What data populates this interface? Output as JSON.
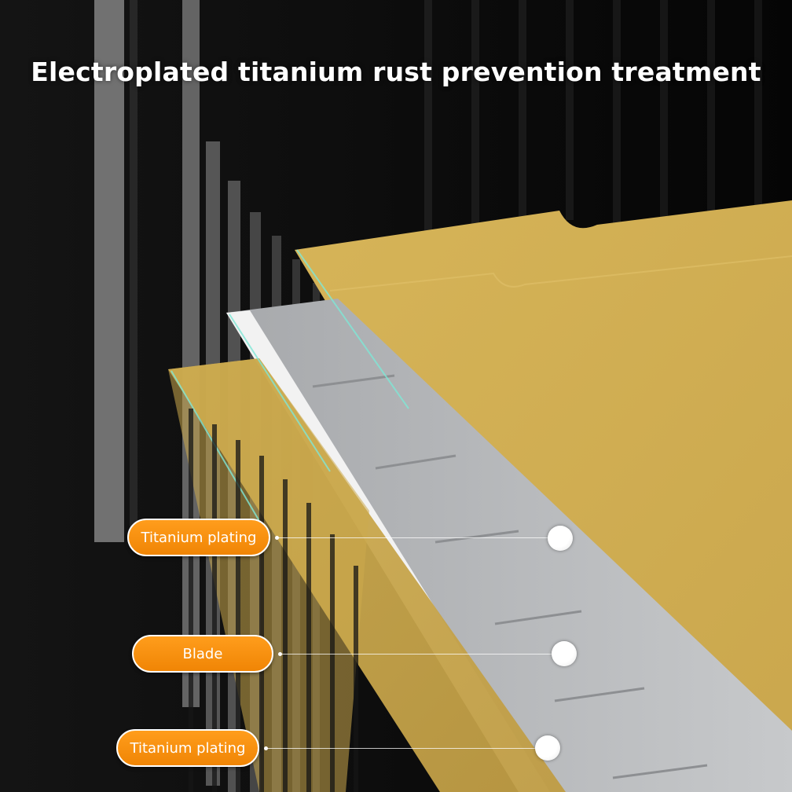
{
  "headline": "Electroplated titanium rust prevention treatment",
  "callouts": [
    {
      "label": "Titanium plating"
    },
    {
      "label": "Blade"
    },
    {
      "label": "Titanium plating"
    }
  ],
  "colors": {
    "background": "#0a0a0a",
    "titanium_gold": "#d9b65a",
    "blade_silver": "#b9bbbe",
    "blade_edge": "#f2f2f2",
    "callout_orange": "#f58a0c",
    "marker_white": "#ffffff"
  }
}
